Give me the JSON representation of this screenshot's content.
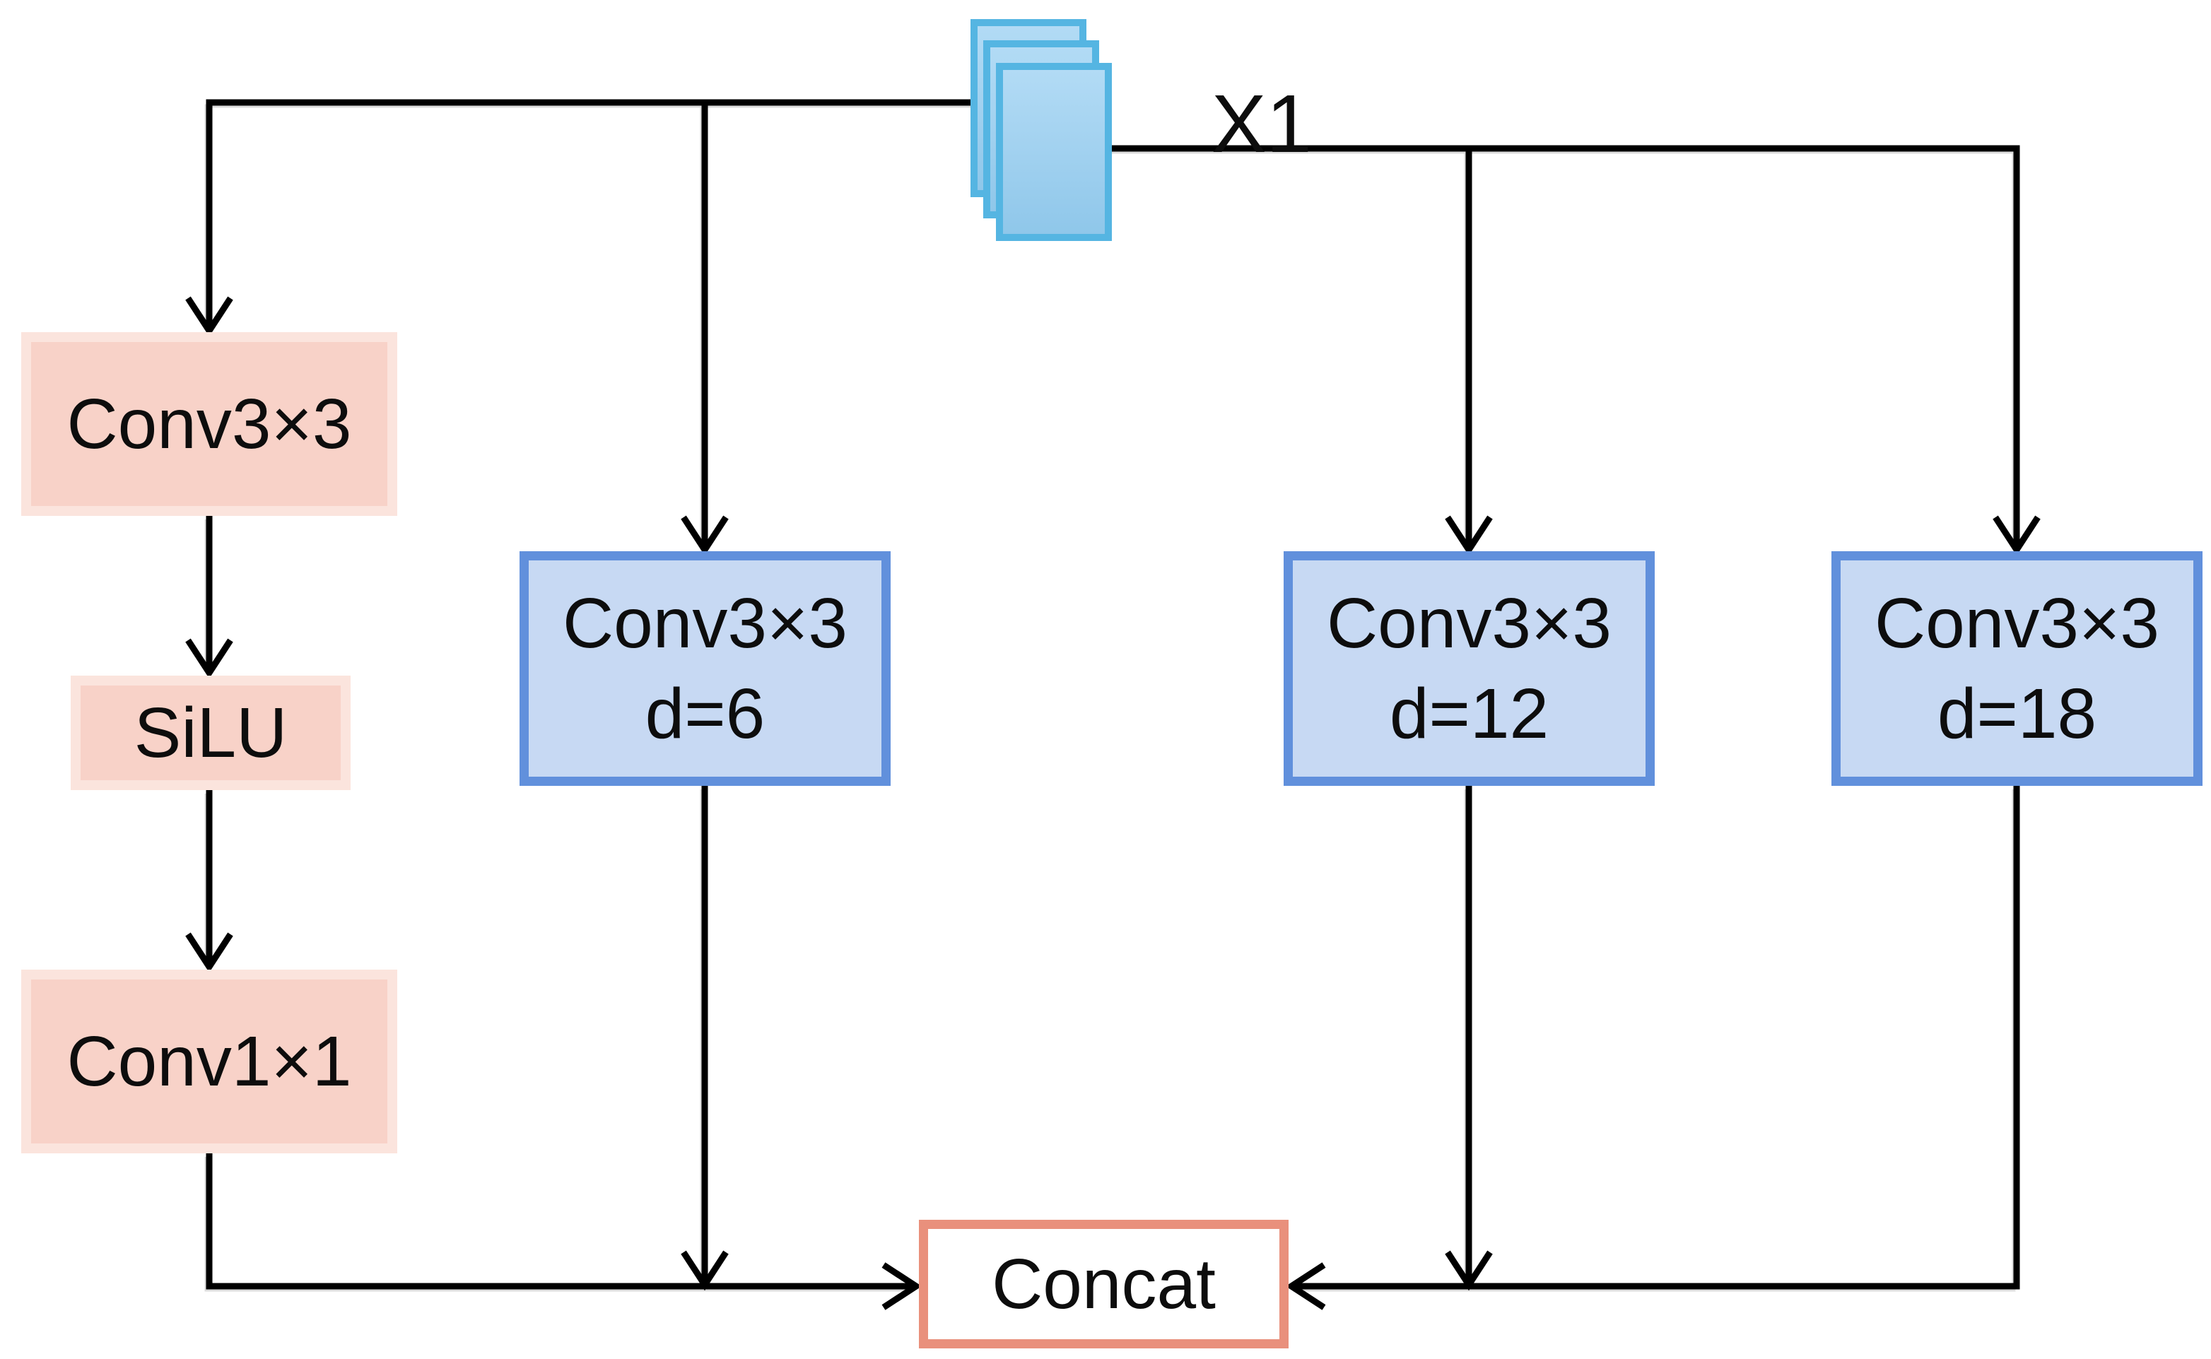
{
  "figure": {
    "title_hint": "multi-branch dilated convolution block",
    "input": {
      "label": "X1"
    },
    "branches": {
      "local": [
        {
          "id": "conv3x3",
          "label": "Conv3×3"
        },
        {
          "id": "silu",
          "label": "SiLU"
        },
        {
          "id": "conv1x1",
          "label": "Conv1×1"
        }
      ],
      "dilated": [
        {
          "id": "dilated6",
          "label": "Conv3×3",
          "sublabel": "d=6"
        },
        {
          "id": "dilated12",
          "label": "Conv3×3",
          "sublabel": "d=12"
        },
        {
          "id": "dilated18",
          "label": "Conv3×3",
          "sublabel": "d=18"
        }
      ]
    },
    "output": {
      "label": "Concat"
    },
    "colors": {
      "line": "#000000",
      "line_shadow": "#DCDCDC",
      "pink_fill": "#F8D2C8",
      "pink_border": "#FBE4DD",
      "blue_fill": "#C7D9F3",
      "blue_border": "#6190DC",
      "concat_border": "#E9907C",
      "stack_border": "#55B5E2",
      "stack_fill_top": "#B2DBF5",
      "stack_fill_bottom": "#8FC7EA"
    }
  }
}
